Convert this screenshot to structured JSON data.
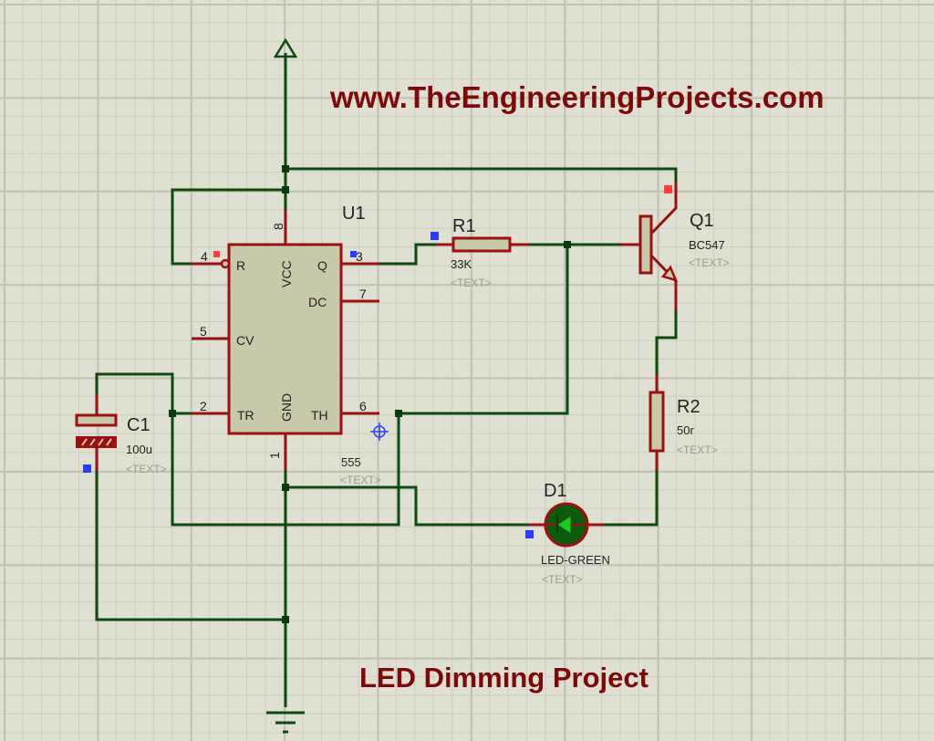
{
  "header": {
    "website": "www.TheEngineeringProjects.com"
  },
  "footer": {
    "title": "LED Dimming Project"
  },
  "placeholder_text": "<TEXT>",
  "colors": {
    "wire": "#0d4a0d",
    "pin": "#9b1010",
    "title": "#7d0a0a",
    "led": "#0c5a0c",
    "led_arrow": "#1ec81e",
    "marker_blue": "#2a3cff",
    "marker_red": "#ff3b3b"
  },
  "components": {
    "u1": {
      "ref": "U1",
      "value": "555",
      "text": "<TEXT>",
      "pins": {
        "reset": {
          "num": "4",
          "name": "R"
        },
        "vcc": {
          "num": "8",
          "name": "VCC"
        },
        "q": {
          "num": "3",
          "name": "Q"
        },
        "dc": {
          "num": "7",
          "name": "DC"
        },
        "cv": {
          "num": "5",
          "name": "CV"
        },
        "tr": {
          "num": "2",
          "name": "TR"
        },
        "gnd": {
          "num": "1",
          "name": "GND"
        },
        "th": {
          "num": "6",
          "name": "TH"
        }
      }
    },
    "r1": {
      "ref": "R1",
      "value": "33K",
      "text": "<TEXT>"
    },
    "q1": {
      "ref": "Q1",
      "value": "BC547",
      "text": "<TEXT>"
    },
    "r2": {
      "ref": "R2",
      "value": "50r",
      "text": "<TEXT>"
    },
    "c1": {
      "ref": "C1",
      "value": "100u",
      "text": "<TEXT>"
    },
    "d1": {
      "ref": "D1",
      "value": "LED-GREEN",
      "text": "<TEXT>"
    }
  },
  "terminals": {
    "power": "power-terminal",
    "ground": "ground-terminal"
  }
}
